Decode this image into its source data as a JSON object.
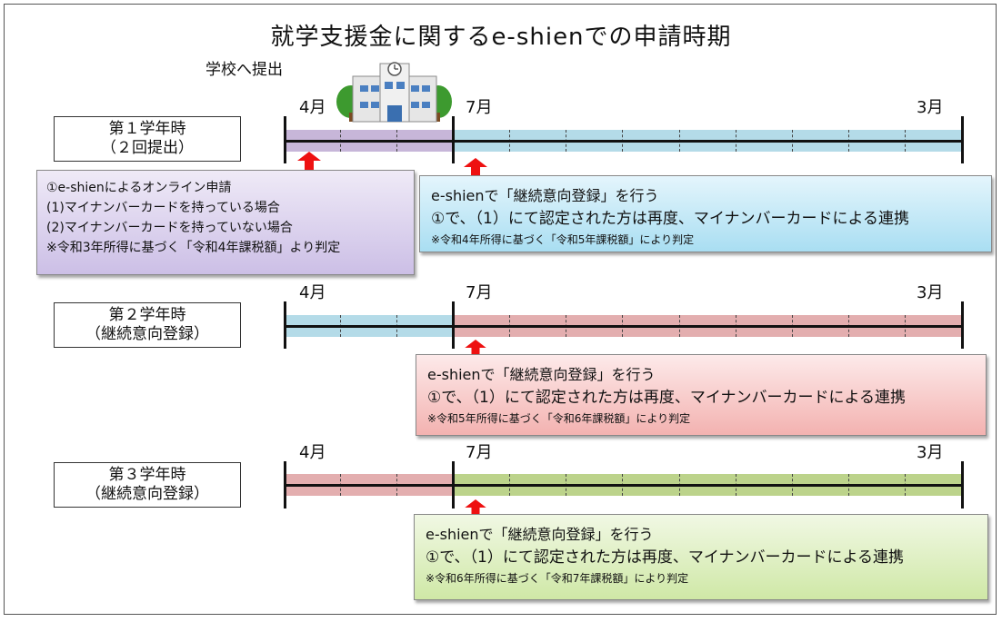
{
  "title": "就学支援金に関するe-shienでの申請時期",
  "submit_label": "学校へ提出",
  "colors": {
    "purple": "#c7b6d9",
    "blue": "#b4dbe8",
    "red": "#e3aeaf",
    "green": "#bcd38b",
    "arrow": "#ee1111"
  },
  "icons": {
    "school": "school-building-icon",
    "arrow": "up-arrow-icon"
  },
  "grades": [
    {
      "label_line1": "第１学年時",
      "label_line2": "（２回提出）",
      "months": {
        "start": "4月",
        "mid": "7月",
        "end": "3月"
      },
      "bar_colors": [
        "purple",
        "blue"
      ]
    },
    {
      "label_line1": "第２学年時",
      "label_line2": "（継続意向登録）",
      "months": {
        "start": "4月",
        "mid": "7月",
        "end": "3月"
      },
      "bar_colors": [
        "blue",
        "red"
      ]
    },
    {
      "label_line1": "第３学年時",
      "label_line2": "（継続意向登録）",
      "months": {
        "start": "4月",
        "mid": "7月",
        "end": "3月"
      },
      "bar_colors": [
        "red",
        "green"
      ]
    }
  ],
  "application_note": {
    "lines": [
      "①e-shienによるオンライン申請",
      "(1)マイナンバーカードを持っている場合",
      "(2)マイナンバーカードを持っていない場合",
      "※令和3年所得に基づく「令和4年課税額」より判定"
    ]
  },
  "continuation_notes": [
    {
      "line1": "e-shienで「継続意向登録」を行う",
      "line2": "①で、（1）にて認定された方は再度、マイナンバーカードによる連携",
      "line3": "※令和4年所得に基づく「令和5年課税額」により判定"
    },
    {
      "line1": "e-shienで「継続意向登録」を行う",
      "line2": "①で、（1）にて認定された方は再度、マイナンバーカードによる連携",
      "line3": "※令和5年所得に基づく「令和6年課税額」により判定"
    },
    {
      "line1": "e-shienで「継続意向登録」を行う",
      "line2": "①で、（1）にて認定された方は再度、マイナンバーカードによる連携",
      "line3": "※令和6年所得に基づく「令和7年課税額」により判定"
    }
  ]
}
